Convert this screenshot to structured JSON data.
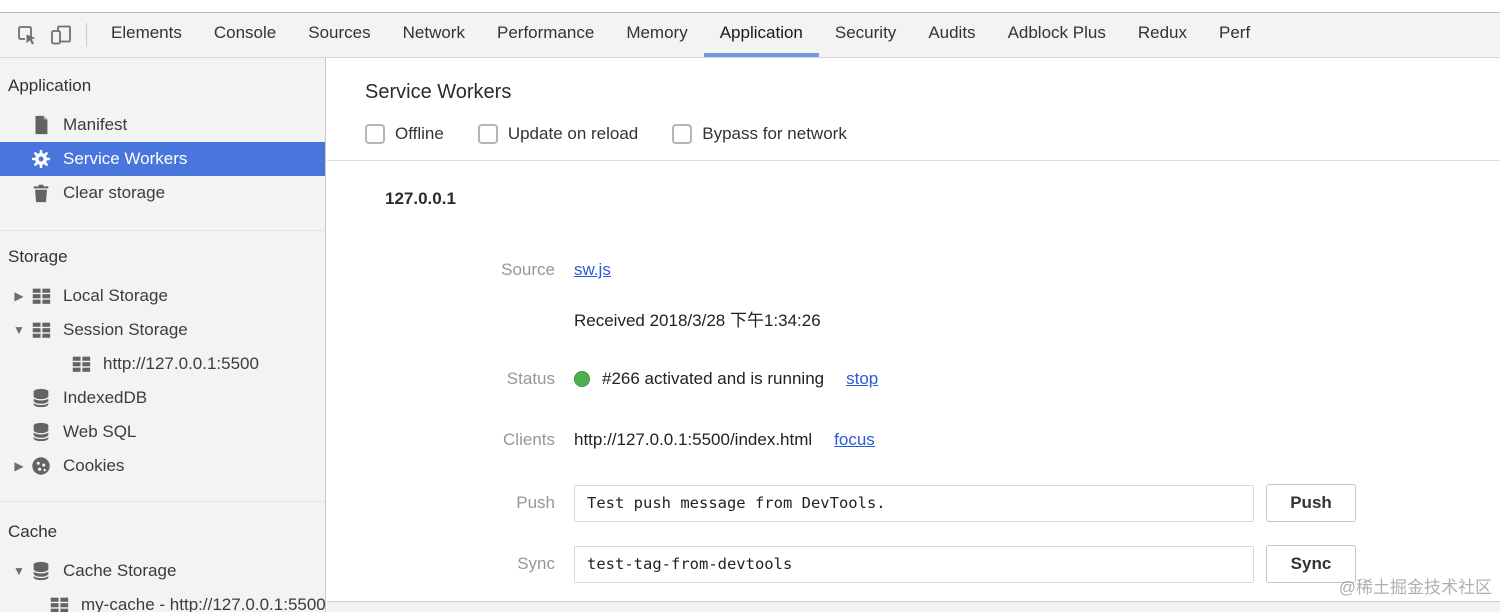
{
  "toolbar": {
    "tabs": [
      {
        "label": "Elements"
      },
      {
        "label": "Console"
      },
      {
        "label": "Sources"
      },
      {
        "label": "Network"
      },
      {
        "label": "Performance"
      },
      {
        "label": "Memory"
      },
      {
        "label": "Application"
      },
      {
        "label": "Security"
      },
      {
        "label": "Audits"
      },
      {
        "label": "Adblock Plus"
      },
      {
        "label": "Redux"
      },
      {
        "label": "Perf"
      }
    ],
    "active_tab": "Application"
  },
  "sidebar": {
    "sections": [
      {
        "header": "Application",
        "items": [
          {
            "label": "Manifest",
            "icon": "file-icon"
          },
          {
            "label": "Service Workers",
            "icon": "gear-icon",
            "selected": true
          },
          {
            "label": "Clear storage",
            "icon": "trash-icon"
          }
        ]
      },
      {
        "header": "Storage",
        "items": [
          {
            "label": "Local Storage",
            "icon": "table-icon",
            "expander": "▶"
          },
          {
            "label": "Session Storage",
            "icon": "table-icon",
            "expander": "▼"
          },
          {
            "label": "http://127.0.0.1:5500",
            "icon": "table-icon",
            "child": true
          },
          {
            "label": "IndexedDB",
            "icon": "database-icon"
          },
          {
            "label": "Web SQL",
            "icon": "database-icon"
          },
          {
            "label": "Cookies",
            "icon": "cookie-icon",
            "expander": "▶"
          }
        ]
      },
      {
        "header": "Cache",
        "items": [
          {
            "label": "Cache Storage",
            "icon": "database-icon",
            "expander": "▼"
          },
          {
            "label": "my-cache - http://127.0.0.1:5500",
            "icon": "table-icon",
            "child": true
          }
        ]
      }
    ]
  },
  "main": {
    "title": "Service Workers",
    "checkboxes": [
      {
        "label": "Offline",
        "checked": false
      },
      {
        "label": "Update on reload",
        "checked": false
      },
      {
        "label": "Bypass for network",
        "checked": false
      }
    ],
    "worker": {
      "origin": "127.0.0.1",
      "source_label": "Source",
      "source_link": "sw.js",
      "received": "Received 2018/3/28 下午1:34:26",
      "status_label": "Status",
      "status_text": "#266 activated and is running",
      "stop_link": "stop",
      "clients_label": "Clients",
      "client_url": "http://127.0.0.1:5500/index.html",
      "focus_link": "focus",
      "push_label": "Push",
      "push_value": "Test push message from DevTools.",
      "push_button": "Push",
      "sync_label": "Sync",
      "sync_value": "test-tag-from-devtools",
      "sync_button": "Sync"
    }
  },
  "watermark": "@稀土掘金技术社区",
  "colors": {
    "tab_underline": "#7297e3",
    "sidebar_selection": "#4876dd",
    "link": "#2a5bd7",
    "status_green": "#4caf50",
    "panel_gray": "#f3f3f3"
  }
}
